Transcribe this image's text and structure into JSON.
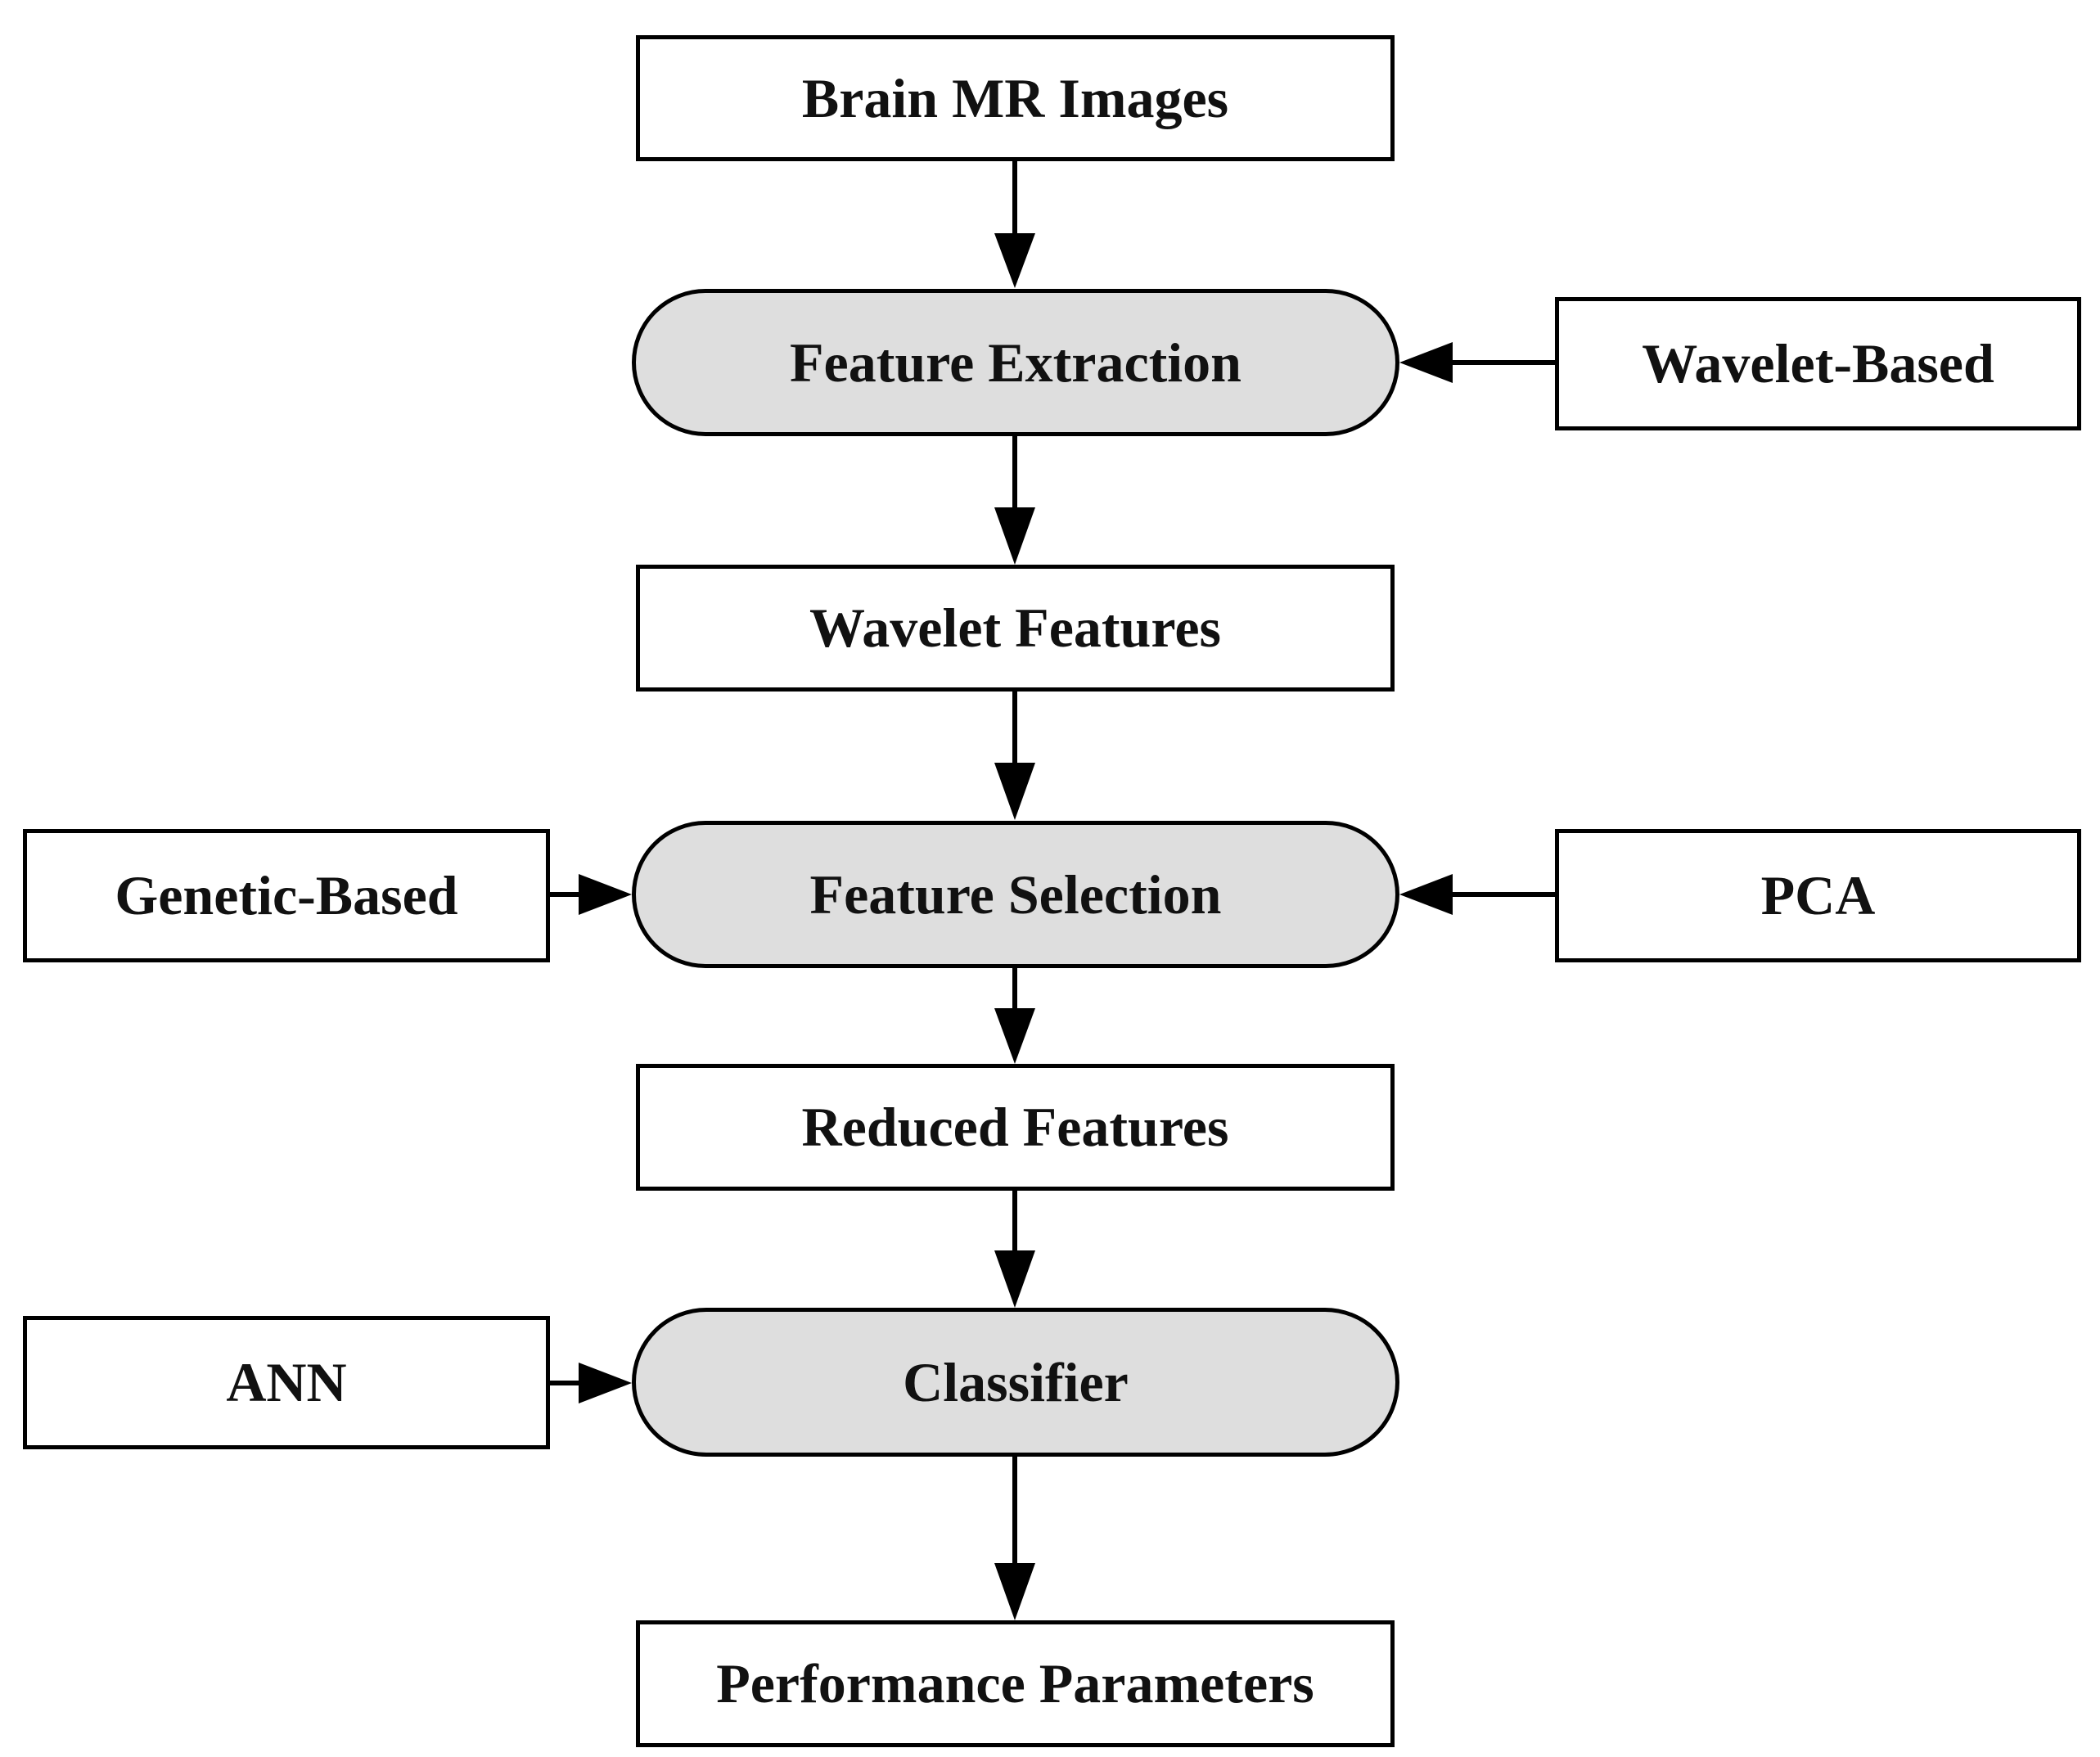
{
  "diagram": {
    "nodes": {
      "brain_mr_images": "Brain MR Images",
      "feature_extraction": "Feature Extraction",
      "wavelet_based": "Wavelet-Based",
      "wavelet_features": "Wavelet Features",
      "genetic_based": "Genetic-Based",
      "feature_selection": "Feature Selection",
      "pca": "PCA",
      "reduced_features": "Reduced Features",
      "ann": "ANN",
      "classifier": "Classifier",
      "performance_parameters": "Performance Parameters"
    },
    "edges": [
      {
        "from": "brain_mr_images",
        "to": "feature_extraction"
      },
      {
        "from": "wavelet_based",
        "to": "feature_extraction"
      },
      {
        "from": "feature_extraction",
        "to": "wavelet_features"
      },
      {
        "from": "wavelet_features",
        "to": "feature_selection"
      },
      {
        "from": "genetic_based",
        "to": "feature_selection"
      },
      {
        "from": "pca",
        "to": "feature_selection"
      },
      {
        "from": "feature_selection",
        "to": "reduced_features"
      },
      {
        "from": "reduced_features",
        "to": "classifier"
      },
      {
        "from": "ann",
        "to": "classifier"
      },
      {
        "from": "classifier",
        "to": "performance_parameters"
      }
    ]
  },
  "colors": {
    "process_fill": "#dedede",
    "box_fill": "#ffffff",
    "stroke": "#000000"
  }
}
